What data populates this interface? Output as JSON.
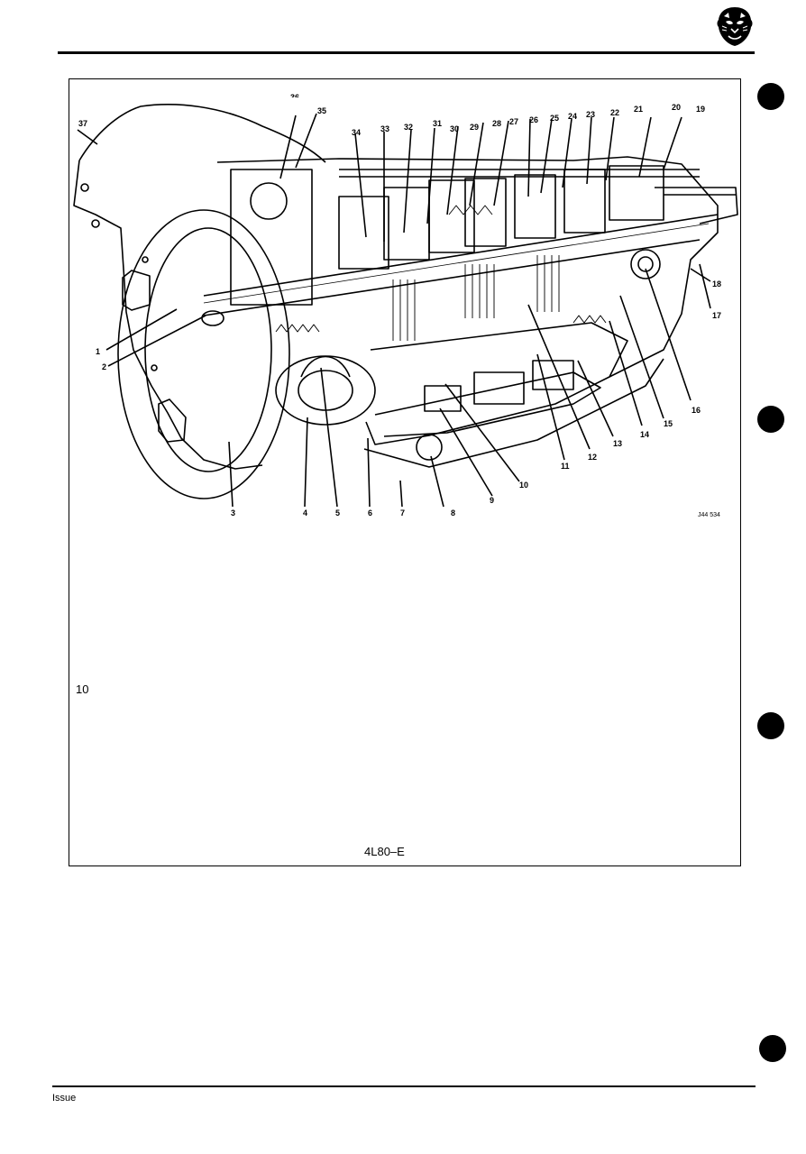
{
  "figure": {
    "callouts": [
      "1",
      "2",
      "3",
      "4",
      "5",
      "6",
      "7",
      "8",
      "9",
      "10",
      "11",
      "12",
      "13",
      "14",
      "15",
      "16",
      "17",
      "18",
      "19",
      "20",
      "21",
      "22",
      "23",
      "24",
      "25",
      "26",
      "27",
      "28",
      "29",
      "30",
      "31",
      "32",
      "33",
      "34",
      "35",
      "36",
      "37"
    ],
    "drawing_reference": "J44 534",
    "caption": "4L80–E"
  },
  "page": {
    "left_number": "10",
    "footer_label": "Issue"
  },
  "icons": {
    "logo": "jaguar-head-logo",
    "punch_holes": "binder-hole-icon"
  },
  "colors": {
    "ink": "#000000",
    "paper": "#ffffff"
  }
}
